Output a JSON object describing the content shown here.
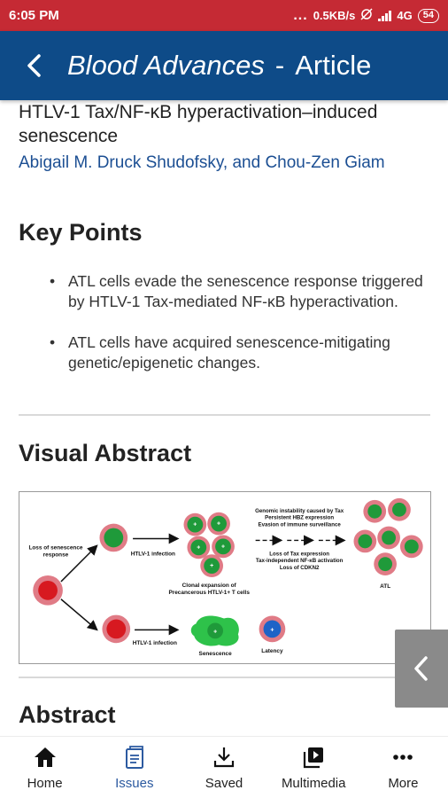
{
  "status_bar": {
    "time": "6:05 PM",
    "more": "...",
    "network_speed": "0.5KB/s",
    "network_type": "4G",
    "battery": "54"
  },
  "app_bar": {
    "journal": "Blood Advances",
    "separator": "-",
    "section": "Article"
  },
  "article": {
    "title": "HTLV-1 Tax/NF-κB hyperactivation–induced senescence",
    "authors": "Abigail M. Druck Shudofsky, and Chou-Zen Giam"
  },
  "key_points": {
    "heading": "Key Points",
    "items": [
      "ATL cells evade the senescence response triggered by HTLV-1 Tax-mediated NF-κB hyperactivation.",
      "ATL cells have acquired senescence-mitigating genetic/epigenetic changes."
    ]
  },
  "visual_abstract": {
    "heading": "Visual Abstract",
    "labels": {
      "loss_senescence": "Loss of senescence",
      "response": "response",
      "infection_top": "HTLV-1 infection",
      "infection_bottom": "HTLV-1 infection",
      "genomic_1": "Genomic instability caused by Tax",
      "genomic_2": "Persistent HBZ expression",
      "genomic_3": "Evasion of immune surveillance",
      "loss_tax_1": "Loss of Tax expression",
      "loss_tax_2": "Tax-independent NF-κB activation",
      "loss_tax_3": "Loss of CDKN2",
      "clonal_1": "Clonal expansion of",
      "clonal_2": "Precancerous HTLV-1+ T cells",
      "atl": "ATL",
      "senescence": "Senescence",
      "latency": "Latency"
    },
    "colors": {
      "red_cell": "#d71920",
      "green_cell": "#1f9a3a",
      "pink_halo": "#e07b86",
      "bright_green": "#2ec24a",
      "blue_cell": "#1e63c7"
    }
  },
  "abstract": {
    "heading": "Abstract"
  },
  "bottom_nav": {
    "home": "Home",
    "issues": "Issues",
    "saved": "Saved",
    "multimedia": "Multimedia",
    "more": "More"
  }
}
